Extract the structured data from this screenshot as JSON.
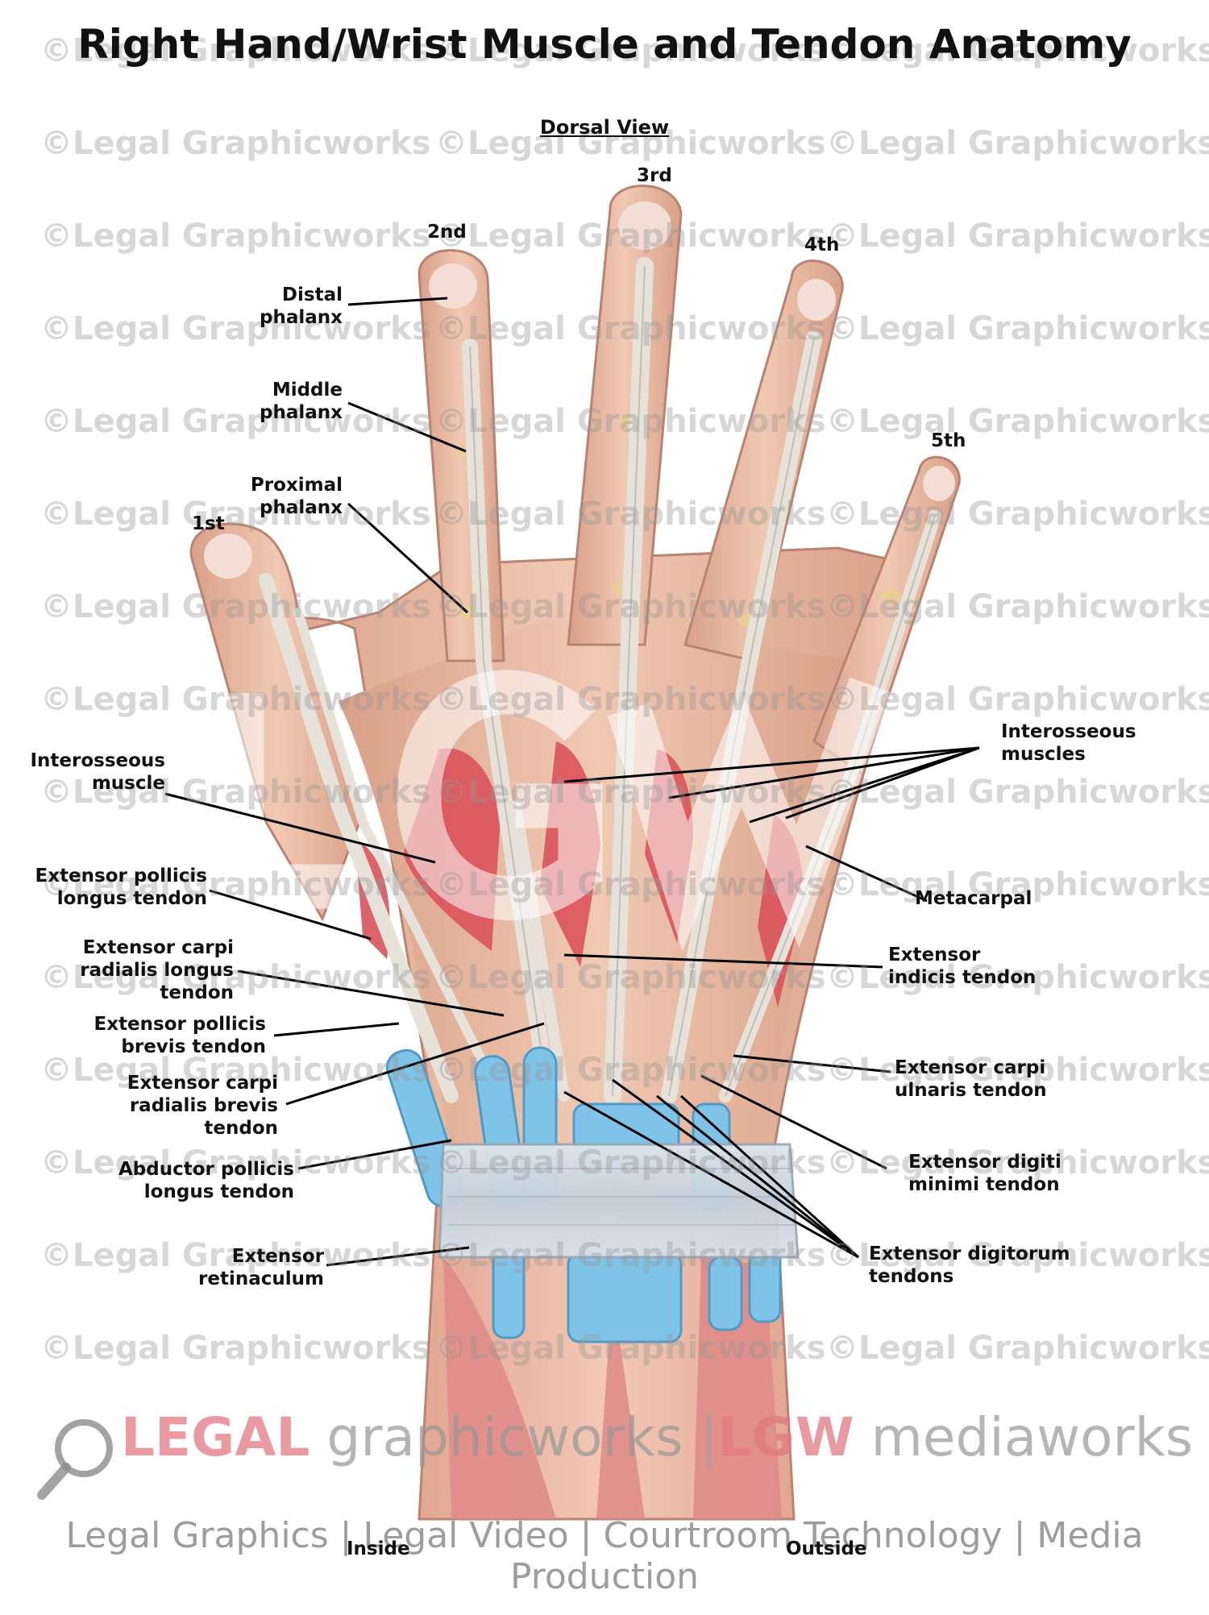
{
  "title": "Right Hand/Wrist Muscle and Tendon Anatomy",
  "view_label": "Dorsal View",
  "fingers": {
    "first": "1st",
    "second": "2nd",
    "third": "3rd",
    "fourth": "4th",
    "fifth": "5th"
  },
  "labels": {
    "distal_phalanx": [
      "Distal",
      "phalanx"
    ],
    "middle_phalanx": [
      "Middle",
      "phalanx"
    ],
    "proximal_phalanx": [
      "Proximal",
      "phalanx"
    ],
    "interosseous_muscle": [
      "Interosseous",
      "muscle"
    ],
    "interosseous_muscles": [
      "Interosseous",
      "muscles"
    ],
    "extensor_pollicis_longus": [
      "Extensor pollicis",
      "longus tendon"
    ],
    "metacarpal": "Metacarpal",
    "extensor_carpi_radialis_longus": [
      "Extensor carpi",
      "radialis longus",
      "tendon"
    ],
    "extensor_indicis": [
      "Extensor",
      "indicis tendon"
    ],
    "extensor_pollicis_brevis": [
      "Extensor pollicis",
      "brevis tendon"
    ],
    "extensor_carpi_ulnaris": [
      "Extensor carpi",
      "ulnaris tendon"
    ],
    "extensor_carpi_radialis_brevis": [
      "Extensor carpi",
      "radialis brevis",
      "tendon"
    ],
    "abductor_pollicis_longus": [
      "Abductor pollicis",
      "longus tendon"
    ],
    "extensor_digiti_minimi": [
      "Extensor digiti",
      "minimi tendon"
    ],
    "extensor_retinaculum": [
      "Extensor",
      "retinaculum"
    ],
    "extensor_digitorum": [
      "Extensor digitorum",
      "tendons"
    ],
    "inside": "Inside",
    "outside": "Outside"
  },
  "watermark_text": "©Legal Graphicworks",
  "brand": {
    "legal": "LEGAL",
    "graphicworks": " graphicworks ",
    "separator": "|",
    "lgw": "LGW",
    "mediaworks": " mediaworks"
  },
  "tagline": "Legal Graphics | Legal Video | Courtroom Technology | Media Production",
  "colors": {
    "skin": "#e8b9a0",
    "muscle": "#d9535a",
    "tendon": "#e6e2da",
    "synovial_sheath": "#7fc4e8",
    "leader_line": "#000000"
  }
}
